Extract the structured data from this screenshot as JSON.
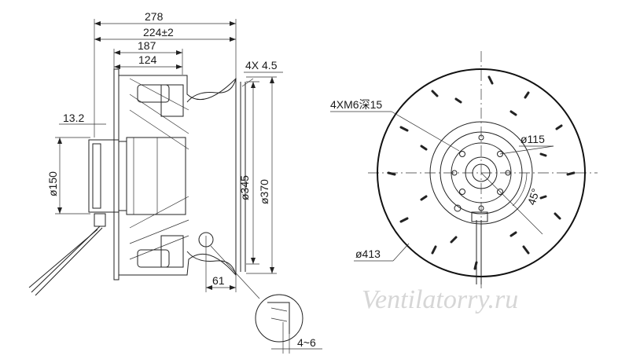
{
  "side_view": {
    "dim_278": "278",
    "dim_224": "224±2",
    "dim_187": "187",
    "dim_124": "124",
    "dim_13_2": "13.2",
    "dim_150": "ø150",
    "dim_345": "ø345",
    "dim_370": "ø370",
    "dim_4x45": "4X 4.5",
    "dim_61": "61",
    "dim_4_6": "4~6"
  },
  "front_view": {
    "dim_m6": "4XM6深15",
    "dim_115": "ø115",
    "dim_45": "45°",
    "dim_413": "ø413"
  },
  "watermark": "Ventilatorry.ru"
}
